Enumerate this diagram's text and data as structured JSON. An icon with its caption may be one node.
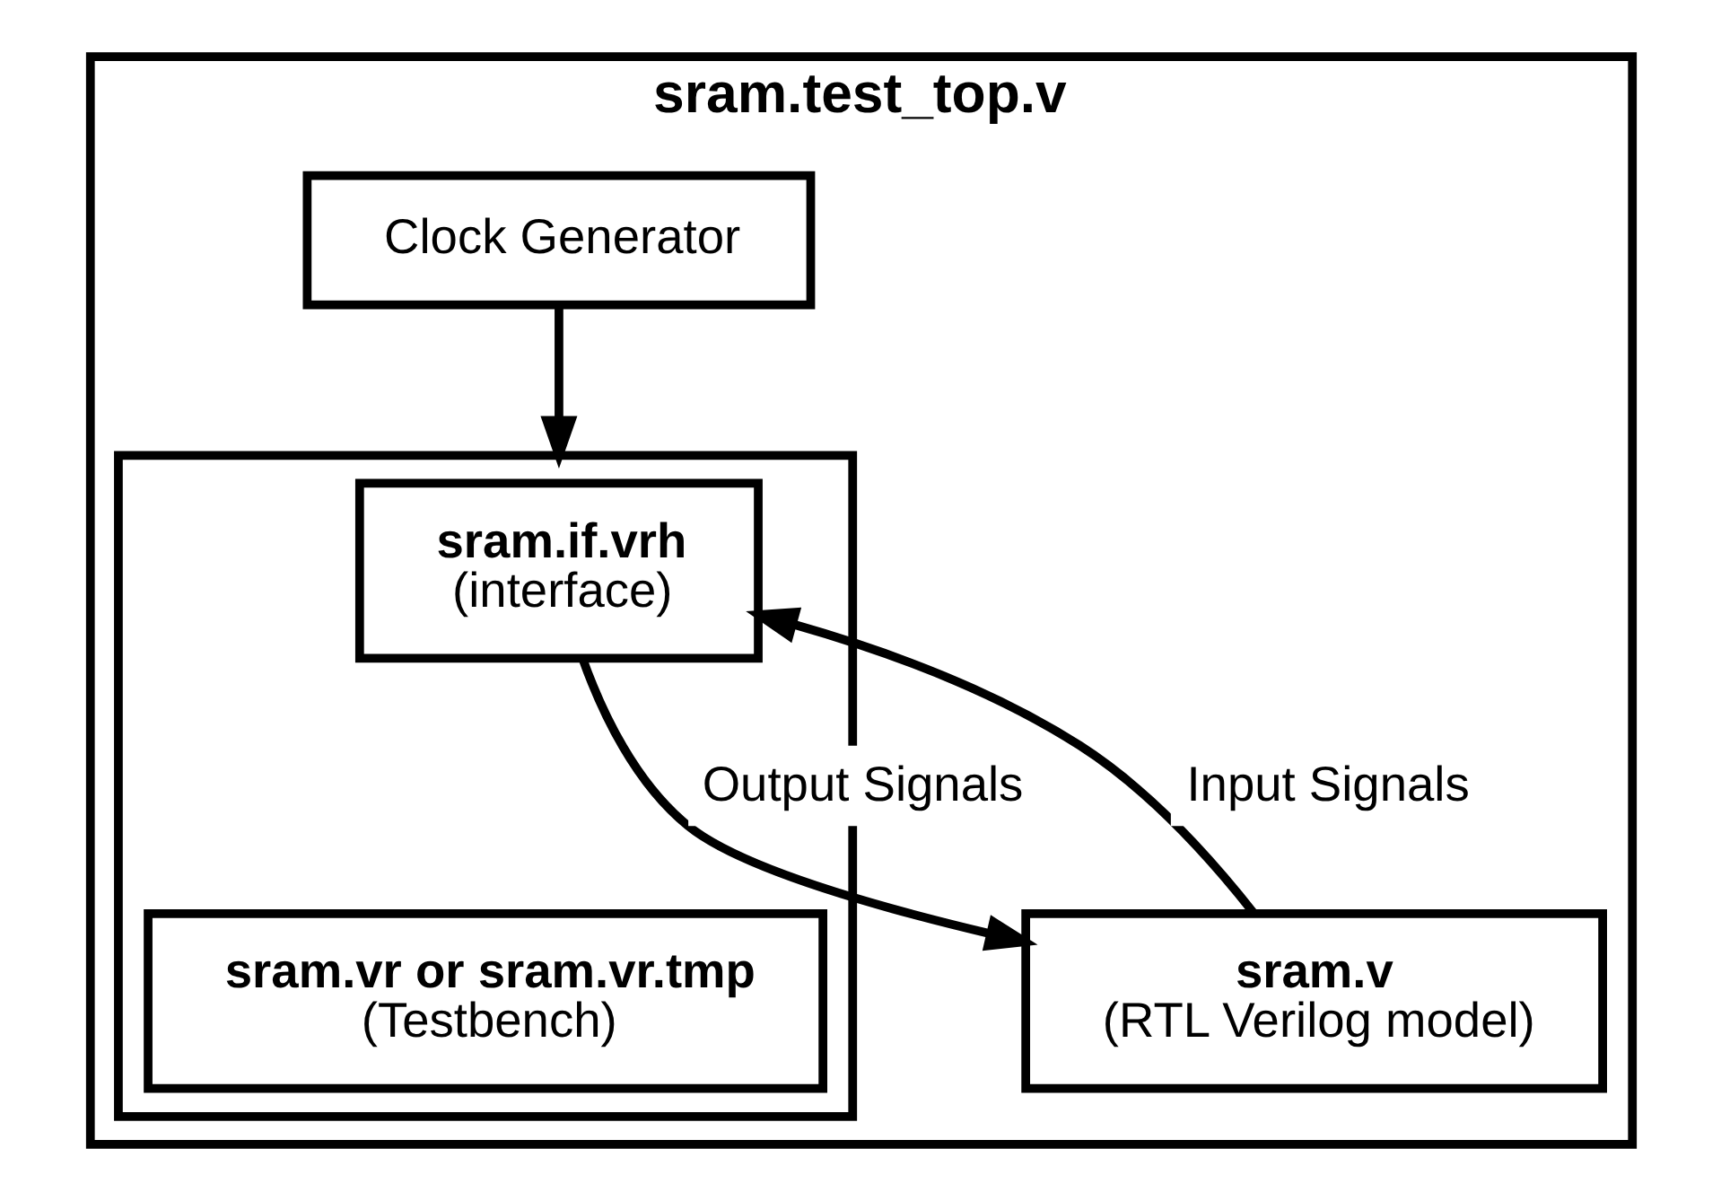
{
  "diagram": {
    "nodes": [
      {
        "text": [
          "sram.test_top.v"
        ]
      },
      {
        "text": [
          "Clock Generator"
        ],
        "in": 0
      },
      {
        "text": [],
        "shape": "box",
        "in": 0
      },
      {
        "text": [
          "sram.if.vrh",
          "(interface)"
        ],
        "in": 2
      },
      {
        "text": [
          "sram.vr or sram.vr.tmp",
          "(Testbench)"
        ],
        "in": 2
      },
      {
        "text": [
          "sram.v",
          "(RTL Verilog model)"
        ],
        "in": 0
      }
    ],
    "edges": [
      {
        "from": 1,
        "to": 2,
        "arrow": "to"
      },
      {
        "from": 5,
        "to": 3,
        "arrow": "to",
        "label": "Input Signals"
      },
      {
        "from": 3,
        "to": 5,
        "arrow": "to",
        "label": "Output Signals"
      }
    ]
  }
}
